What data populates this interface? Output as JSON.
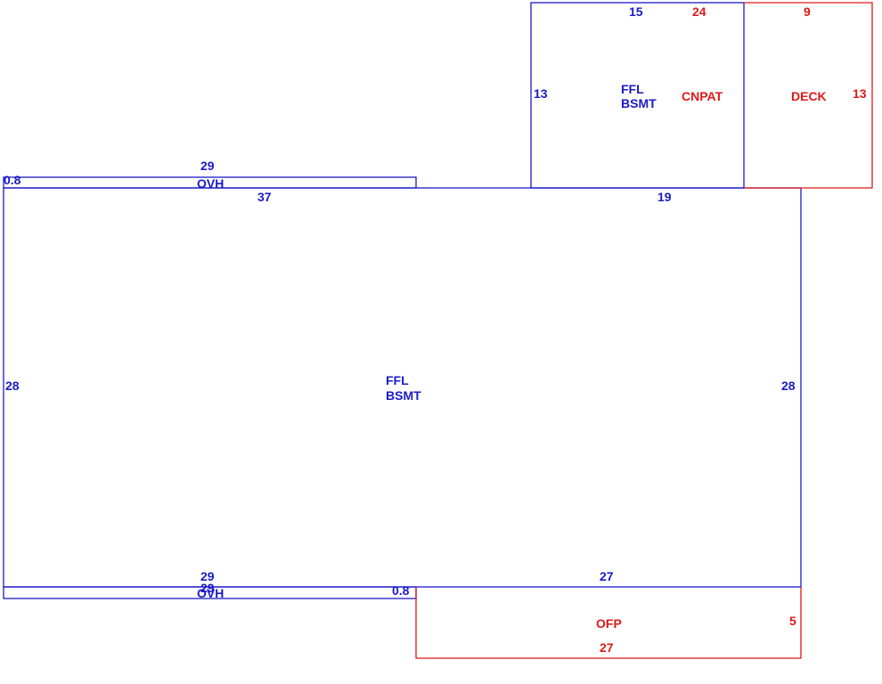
{
  "colors": {
    "living_area": "#1a1ac8",
    "exterior": "#e01818"
  },
  "main_area": {
    "label_line1": "FFL",
    "label_line2": "BSMT",
    "dim_top": "37",
    "dim_top_right": "19",
    "dim_left": "28",
    "dim_right": "28",
    "dim_bottom": "27"
  },
  "upper_area": {
    "label_line1": "FFL",
    "label_line2": "BSMT",
    "dim_top": "15",
    "dim_left": "13"
  },
  "overhang_top": {
    "label": "OVH",
    "dim_length": "29",
    "dim_depth": "0.8"
  },
  "overhang_bottom": {
    "label": "OVH",
    "dim_length": "29",
    "dim_length_overlap": "29",
    "dim_depth": "0.8"
  },
  "cnpat": {
    "label": "CNPAT",
    "dim_top": "24"
  },
  "deck": {
    "label": "DECK",
    "dim_top": "9",
    "dim_right": "13"
  },
  "ofp": {
    "label": "OFP",
    "dim_right": "5",
    "dim_bottom": "27"
  }
}
